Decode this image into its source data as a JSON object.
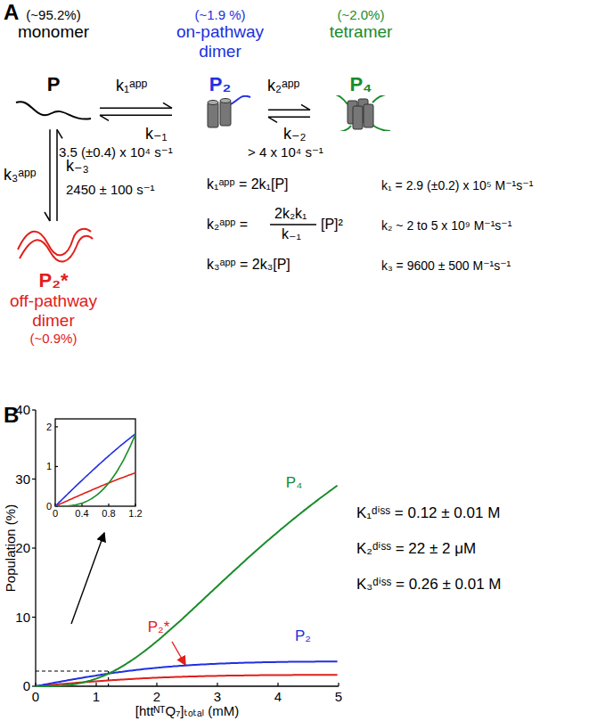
{
  "diagram": {
    "nodes": [
      {
        "text": [
          "(~95.2%)",
          "monomer",
          "P"
        ]
      },
      {
        "text": [
          "(~1.9 %)",
          "on-pathway dimer",
          "P₂"
        ]
      },
      {
        "text": [
          "(~2.0%)",
          "tetramer",
          "P₄"
        ]
      },
      {
        "text": [
          "P₂*",
          "off-pathway dimer",
          "(~0.9%)"
        ]
      }
    ],
    "edges": [
      {
        "from": 0,
        "to": 1,
        "arrow": "both"
      },
      {
        "from": 1,
        "to": 2,
        "arrow": "both"
      },
      {
        "from": 0,
        "to": 3,
        "arrow": "both"
      }
    ],
    "labels": [
      "A",
      "k₁ᵃᵖᵖ",
      "k₋₁",
      "3.5 (±0.4) x 10⁴ s⁻¹",
      "k₂ᵃᵖᵖ",
      "k₋₂",
      "> 4 x 10⁴ s⁻¹",
      "k₃ᵃᵖᵖ",
      "k₋₃",
      "2450 ± 100 s⁻¹",
      "k₁ᵃᵖᵖ = 2k₁[P]",
      "k₂ᵃᵖᵖ =",
      "2k₂k₁",
      "k₋₁",
      "[P]²",
      "k₃ᵃᵖᵖ = 2k₃[P]",
      "k₁ = 2.9 (±0.2) x 10⁵ M⁻¹s⁻¹",
      "k₂ ~ 2 to 5 x 10⁹ M⁻¹s⁻¹",
      "k₃ = 9600 ± 500 M⁻¹s⁻¹",
      "B",
      "Population (%)",
      "[httᴺᵀQ₇]ₜₒₜₐₗ (mM)",
      "40",
      "30",
      "20",
      "10",
      "0",
      "0",
      "1",
      "2",
      "3",
      "4",
      "5",
      "2",
      "1",
      "0",
      "0",
      "0.4",
      "0.8",
      "1.2",
      "P₄",
      "P₂*",
      "P₂",
      "K₁ᵈⁱˢˢ = 0.12 ± 0.01 M",
      "K₂ᵈⁱˢˢ = 22 ± 2 μM",
      "K₃ᵈⁱˢˢ = 0.26 ± 0.01 M"
    ]
  }
}
